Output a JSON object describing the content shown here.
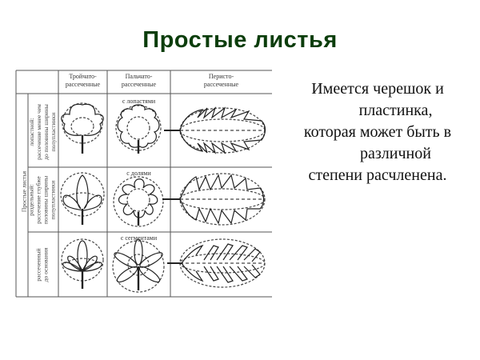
{
  "slide": {
    "title": "Простые листья",
    "body_lines": [
      "Имеется черешок и",
      "пластинка,",
      "которая может быть в",
      "различной",
      "степени расчленена."
    ]
  },
  "table": {
    "columns": [
      "Тройчато-\nрассеченные",
      "Пальчато-\nрассеченные",
      "Перисто-\nрассеченные"
    ],
    "column_lines": [
      [
        "Тройчато-",
        "рассеченные"
      ],
      [
        "Пальчато-",
        "рассеченные"
      ],
      [
        "Перисто-",
        "рассеченные"
      ]
    ],
    "group_label": "Простые листья",
    "rows": [
      {
        "label": [
          "лопастной:",
          "рассечение менее чем",
          "до половины ширины",
          "полупластинки"
        ],
        "palm_caption": "с лопастями"
      },
      {
        "label": [
          "раздельный:",
          "рассечение глубже",
          "половины ширины",
          "полупластинки"
        ],
        "palm_caption": "с долями"
      },
      {
        "label": [
          "рассеченный",
          "до основания"
        ],
        "palm_caption": "с сегментами"
      }
    ]
  },
  "colors": {
    "title": "#0b3d0b",
    "text": "#111111",
    "lines": "#555555"
  }
}
